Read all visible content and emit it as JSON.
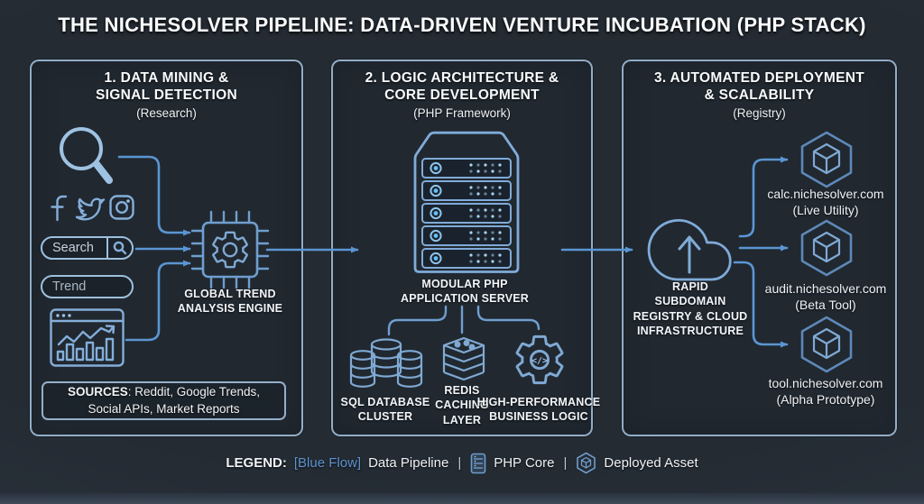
{
  "title": "THE NICHESOLVER PIPELINE: DATA-DRIVEN VENTURE INCUBATION (PHP STACK)",
  "panel1": {
    "heading1": "1. DATA MINING &",
    "heading2": "SIGNAL DETECTION",
    "sub": "(Research)",
    "search_value": "Search",
    "trend_value": "Trend",
    "engine1": "GLOBAL TREND",
    "engine2": "ANALYSIS ENGINE",
    "sources_label": "SOURCES",
    "sources_line1_rest": ": Reddit, Google Trends,",
    "sources_line2": "Social APIs, Market Reports",
    "icons": [
      "magnifier-icon",
      "facebook-icon",
      "twitter-icon",
      "instagram-icon",
      "trend-chart-icon",
      "analysis-chip-icon"
    ]
  },
  "panel2": {
    "heading1": "2. LOGIC ARCHITECTURE &",
    "heading2": "CORE DEVELOPMENT",
    "sub": "(PHP Framework)",
    "server1": "MODULAR PHP",
    "server2": "APPLICATION SERVER",
    "sql1": "SQL DATABASE",
    "sql2": "CLUSTER",
    "redis1": "REDIS",
    "redis2": "CACHING",
    "redis3": "LAYER",
    "logic1": "HIGH-PERFORMANCE",
    "logic2": "BUSINESS LOGIC",
    "code_glyph": "</>",
    "icons": [
      "server-tower-icon",
      "database-cluster-icon",
      "redis-stack-icon",
      "gear-code-icon"
    ]
  },
  "panel3": {
    "heading1": "3. AUTOMATED DEPLOYMENT",
    "heading2": "& SCALABILITY",
    "sub": "(Registry)",
    "cloud1": "RAPID",
    "cloud2": "SUBDOMAIN",
    "cloud3": "REGISTRY & CLOUD",
    "cloud4": "INFRASTRUCTURE",
    "deployments": [
      {
        "domain": "calc.nichesolver.com",
        "stage": "(Live Utility)"
      },
      {
        "domain": "audit.nichesolver.com",
        "stage": "(Beta Tool)"
      },
      {
        "domain": "tool.nichesolver.com",
        "stage": "(Alpha Prototype)"
      }
    ],
    "icons": [
      "cloud-upload-icon",
      "hexagon-cube-icon"
    ]
  },
  "legend": {
    "label": "LEGEND:",
    "flow": "[Blue Flow]",
    "flow_desc": "Data Pipeline",
    "sep": "|",
    "php": "PHP Core",
    "asset": "Deployed Asset"
  },
  "colors": {
    "background": "#232a32",
    "panel_border": "#a2c0dd",
    "flow_blue": "#4f8cc9",
    "icon_blue": "#7fa9d3",
    "legend_blue": "#5e93cf",
    "text": "#f1f4f7"
  }
}
